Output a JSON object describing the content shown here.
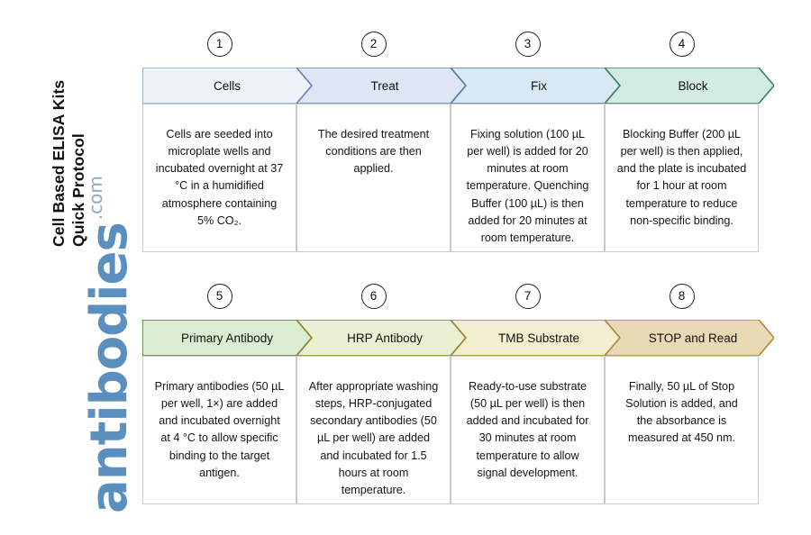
{
  "title": {
    "line1": "Cell Based ELISA Kits",
    "line2": "Quick Protocol",
    "full": "Cell Based ELISA Kits Quick Protocol"
  },
  "logo": {
    "word": "antibodies",
    "tld": ".com",
    "word_color": "#5b8fc0",
    "tld_color": "#8fa9bd"
  },
  "rows": [
    {
      "steps": [
        {
          "number": "1",
          "label": "Cells",
          "fill": "#eef3f8",
          "stroke": "#8aa9c9",
          "body": "Cells are seeded into microplate wells and incubated overnight at 37 °C in a humidified atmosphere containing 5% CO₂."
        },
        {
          "number": "2",
          "label": "Treat",
          "fill": "#dee6f5",
          "stroke": "#6b84b5",
          "body": "The desired treatment conditions are then applied."
        },
        {
          "number": "3",
          "label": "Fix",
          "fill": "#d9e8f5",
          "stroke": "#4a7fa8",
          "body": "Fixing solution (100 µL per well) is added for 20 minutes at room temperature. Quenching Buffer (100 µL) is then added for 20 minutes at room temperature."
        },
        {
          "number": "4",
          "label": "Block",
          "fill": "#d2ece4",
          "stroke": "#3f7a72",
          "body": "Blocking Buffer (200 µL per well) is then applied, and the plate is incubated for 1 hour at room temperature to reduce non-specific binding."
        }
      ]
    },
    {
      "steps": [
        {
          "number": "5",
          "label": "Primary Antibody",
          "fill": "#dcecd2",
          "stroke": "#4f7f33",
          "body": "Primary antibodies (50 µL per well, 1×) are added and incubated overnight at 4 °C to allow specific binding to the target antigen."
        },
        {
          "number": "6",
          "label": "HRP Antibody",
          "fill": "#eaf1d2",
          "stroke": "#86852e",
          "body": "After appropriate washing steps, HRP-conjugated secondary antibodies (50 µL per well) are added and incubated for 1.5 hours at room temperature."
        },
        {
          "number": "7",
          "label": "TMB Substrate",
          "fill": "#f4eed0",
          "stroke": "#9a8331",
          "body": "Ready-to-use substrate (50 µL per well) is then added and incubated for 30 minutes at room temperature to allow signal development."
        },
        {
          "number": "8",
          "label": "STOP and Read",
          "fill": "#e9dab5",
          "stroke": "#a98b3c",
          "body": "Finally, 50 µL of Stop Solution is added, and the absorbance is measured at 450 nm."
        }
      ]
    }
  ],
  "layout": {
    "chevron_width": 171,
    "chevron_notch": 17,
    "body_width": 171,
    "body_gap": 0
  }
}
